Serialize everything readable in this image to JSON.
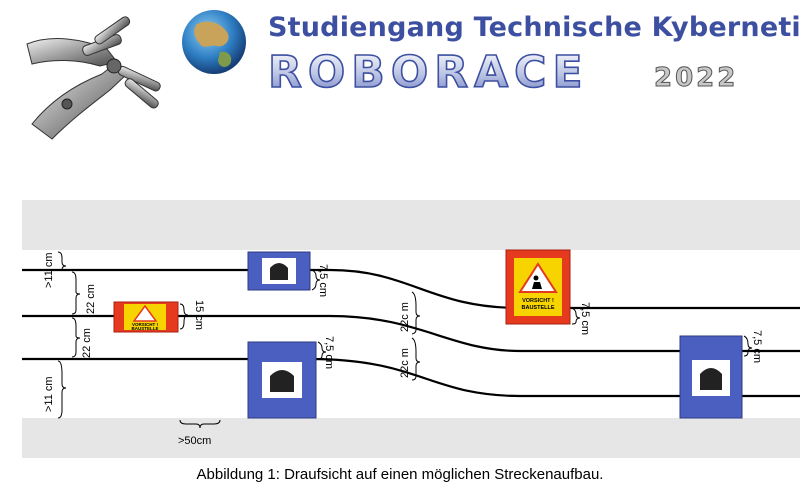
{
  "header": {
    "title": "Studiengang Technische Kybernetik",
    "wordmark": "ROBORACE",
    "year": "2022"
  },
  "diagram": {
    "dimensions": {
      "top_margin": ">11 cm",
      "bottom_margin": ">11 cm",
      "lane_width_upper": "22 cm",
      "lane_width_lower": "22 cm",
      "lane_width_center_upper": "22c m",
      "lane_width_center_lower": "22c m",
      "sign_clearance": "15 cm",
      "tunnel1_clearance": "7,5 cm",
      "tunnel2_clearance": "7,5 cm",
      "sign2_clearance": "7,5 cm",
      "tunnel3_clearance": "7,5 cm",
      "min_distance": ">50cm"
    },
    "sign_text_line1": "VORSICHT !",
    "sign_text_line2": "BAUSTELLE"
  },
  "caption": "Abbildung 1: Draufsicht auf einen möglichen Streckenaufbau.",
  "colors": {
    "title_blue": "#3c4fa0",
    "tunnel_blue": "#4a5fbf",
    "sign_red": "#e63a1e",
    "sign_yellow": "#f7d400",
    "grey_band": "#e6e6e6"
  }
}
